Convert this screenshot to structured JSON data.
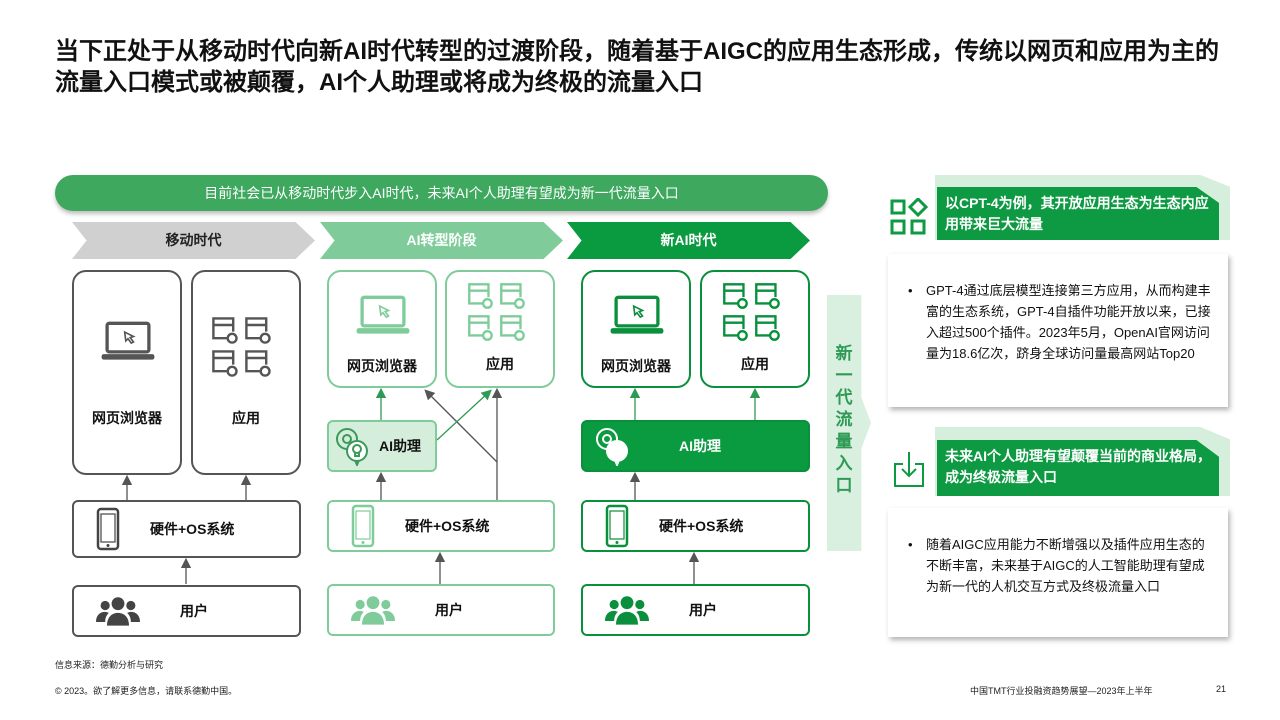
{
  "title": "当下正处于从移动时代向新AI时代转型的过渡阶段，随着基于AIGC的应用生态形成，传统以网页和应用为主的流量入口模式或被颠覆，AI个人助理或将成为终极的流量入口",
  "banner": "目前社会已从移动时代步入AI时代，未来AI个人助理有望成为新一代流量入口",
  "stages": [
    {
      "label": "移动时代",
      "browser": "网页浏览器",
      "app": "应用",
      "hardware": "硬件+OS系统",
      "users": "用户"
    },
    {
      "label": "AI转型阶段",
      "browser": "网页浏览器",
      "app": "应用",
      "assistant": "AI助理",
      "hardware": "硬件+OS系统",
      "users": "用户"
    },
    {
      "label": "新AI时代",
      "browser": "网页浏览器",
      "app": "应用",
      "assistant": "AI助理",
      "hardware": "硬件+OS系统",
      "users": "用户"
    }
  ],
  "side_arrow": "新一代流量入口",
  "panels": [
    {
      "header": "以CPT-4为例，其开放应用生态为生态内应用带来巨大流量",
      "body": "GPT-4通过底层模型连接第三方应用，从而构建丰富的生态系统，GPT-4自插件功能开放以来，已接入超过500个插件。2023年5月，OpenAI官网访问量为18.6亿次，跻身全球访问量最高网站Top20"
    },
    {
      "header": "未来AI个人助理有望颠覆当前的商业格局，成为终极流量入口",
      "body": "随着AIGC应用能力不断增强以及插件应用生态的不断丰富，未来基于AIGC的人工智能助理有望成为新一代的人机交互方式及终极流量入口"
    }
  ],
  "footer": {
    "source": "信息来源：德勤分析与研究",
    "copyright": "© 2023。欲了解更多信息，请联系德勤中国。",
    "report": "中国TMT行业投融资趋势展望—2023年上半年",
    "page": "21"
  },
  "colors": {
    "gray": "#d0d0d0",
    "light_green": "#7fcc9a",
    "green": "#0e9a43"
  }
}
